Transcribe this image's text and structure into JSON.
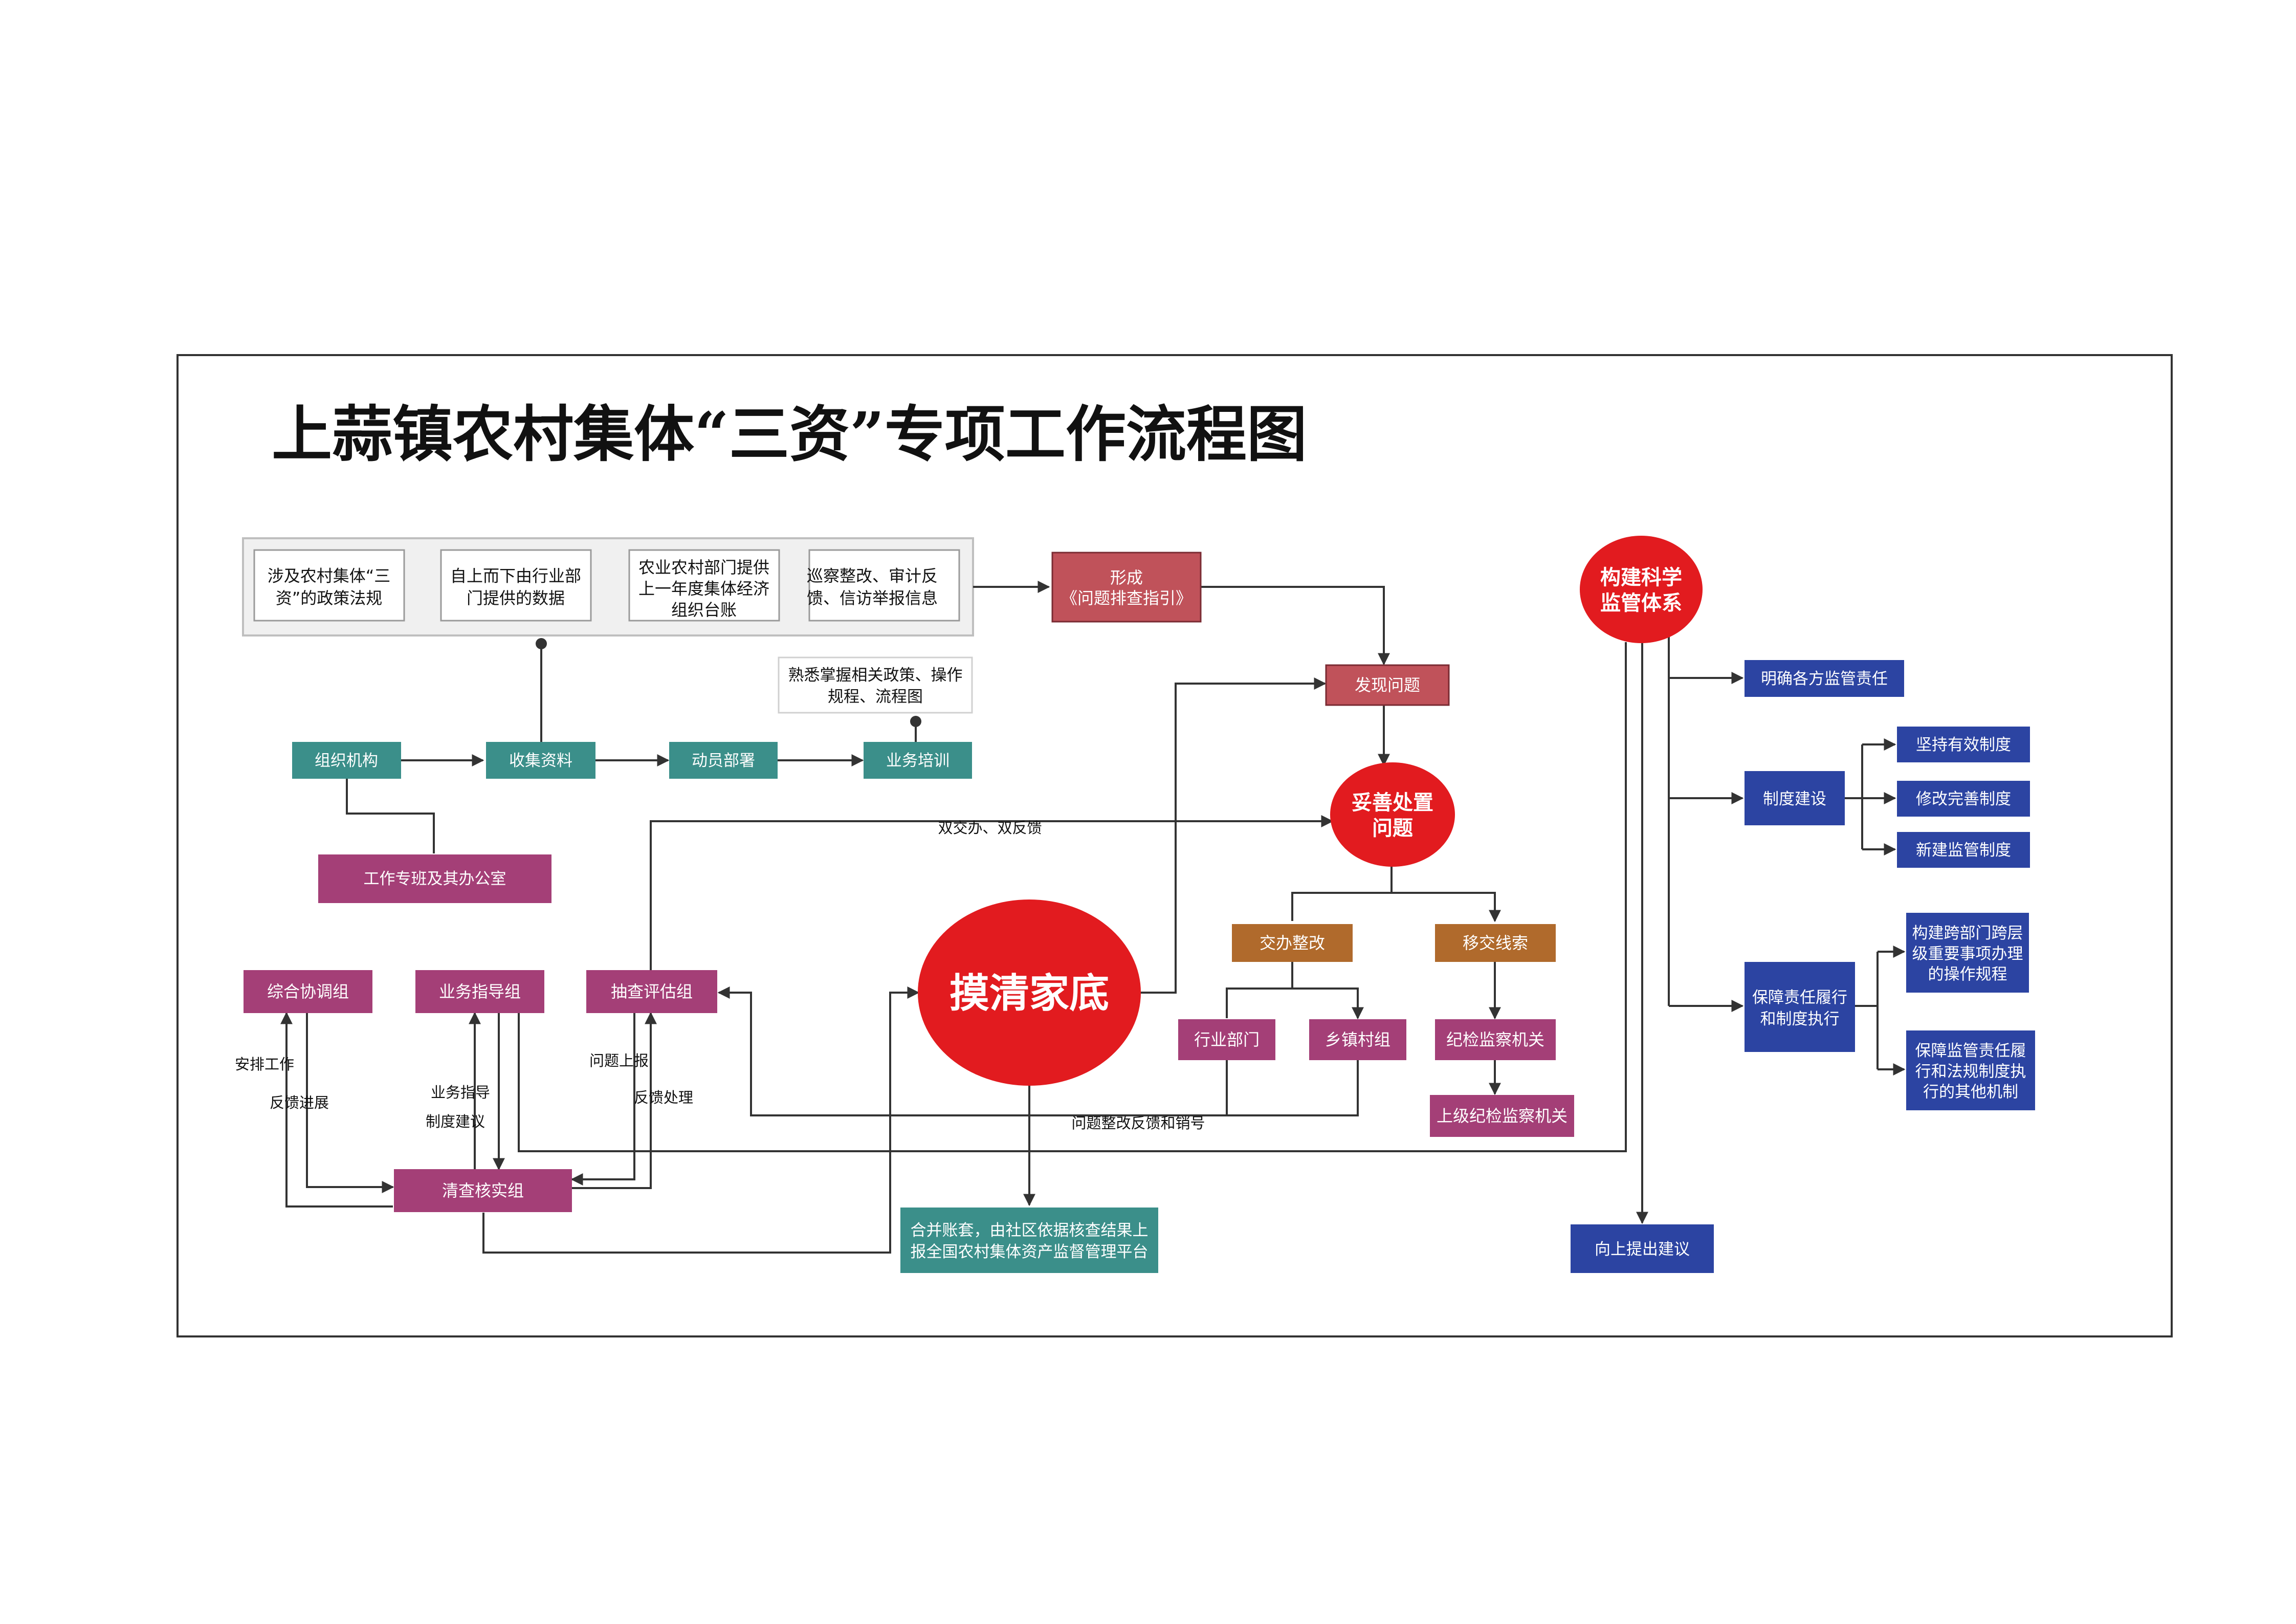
{
  "title": "上蒜镇农村集体“三资”专项工作流程图",
  "colors": {
    "teal": "#3b8f8a",
    "magenta": "#a43f77",
    "brown": "#b06a2c",
    "navy": "#2c44a2",
    "red": "#e21b1f",
    "rose": "#c0525a",
    "line": "#333333"
  },
  "sources": {
    "s1": [
      "涉及农村集体“三",
      "资”的政策法规"
    ],
    "s2": [
      "自上而下由行业部",
      "门提供的数据"
    ],
    "s3": [
      "农业农村部门提供",
      "上一年度集体经济",
      "组织台账"
    ],
    "s4": [
      "巡察整改、审计反",
      "馈、信访举报信息"
    ]
  },
  "familiar_note": [
    "熟悉掌握相关政策、操作",
    "规程、流程图"
  ],
  "steps": {
    "org": "组织机构",
    "collect": "收集资料",
    "mobilize": "动员部署",
    "train": "业务培训",
    "office": "工作专班及其办公室"
  },
  "groups": {
    "coord": "综合协调组",
    "guide": "业务指导组",
    "sample": "抽查评估组",
    "verify": "清查核实组"
  },
  "guide_box": [
    "形成",
    "《问题排查指引》"
  ],
  "find_problem": "发现问题",
  "handle": [
    "妥善处置",
    "问题"
  ],
  "mqjd": "摸清家底",
  "assign": "交办整改",
  "transfer": "移交线索",
  "industry": "行业部门",
  "town": "乡镇村组",
  "disc": "纪检监察机关",
  "upper_disc": "上级纪检监察机关",
  "merge": [
    "合并账套，由社区依据核查结果上",
    "报全国农村集体资产监督管理平台"
  ],
  "system": [
    "构建科学",
    "监管体系"
  ],
  "resp": "明确各方监管责任",
  "inst": "制度建设",
  "keep": "坚持有效制度",
  "revise": "修改完善制度",
  "newsys": "新建监管制度",
  "ensure": [
    "保障责任履行",
    "和制度执行"
  ],
  "cross": [
    "构建跨部门跨层",
    "级重要事项办理",
    "的操作规程"
  ],
  "other": [
    "保障监管责任履",
    "行和法规制度执",
    "行的其他机制"
  ],
  "suggest": "向上提出建议",
  "labels": {
    "double": "双交办、双反馈",
    "arrange": "安排工作",
    "feedback_progress": "反馈进展",
    "biz_guide": "业务指导",
    "sys_suggest": "制度建议",
    "report": "问题上报",
    "feedback_handle": "反馈处理",
    "rectify": "问题整改反馈和销号"
  }
}
